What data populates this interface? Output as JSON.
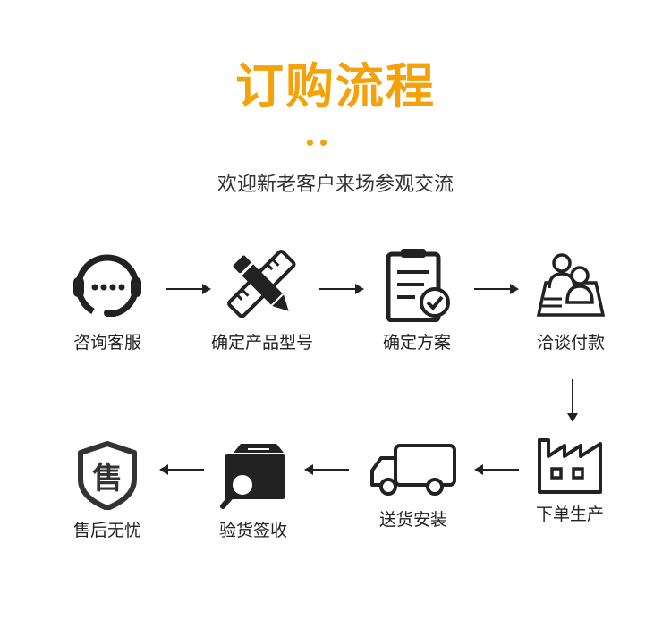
{
  "title": "订购流程",
  "subtitle": "欢迎新老客户来场参观交流",
  "accent_color": "#f5a10a",
  "steps": [
    {
      "label": "咨询客服",
      "icon": "headset-icon"
    },
    {
      "label": "确定产品型号",
      "icon": "pencil-ruler-icon"
    },
    {
      "label": "确定方案",
      "icon": "clipboard-check-icon"
    },
    {
      "label": "洽谈付款",
      "icon": "meeting-people-icon"
    },
    {
      "label": "下单生产",
      "icon": "factory-icon"
    },
    {
      "label": "送货安装",
      "icon": "truck-icon"
    },
    {
      "label": "验货签收",
      "icon": "box-inspect-icon"
    },
    {
      "label": "售后无忧",
      "icon": "after-sale-shield-icon"
    }
  ],
  "shield_char": "售"
}
